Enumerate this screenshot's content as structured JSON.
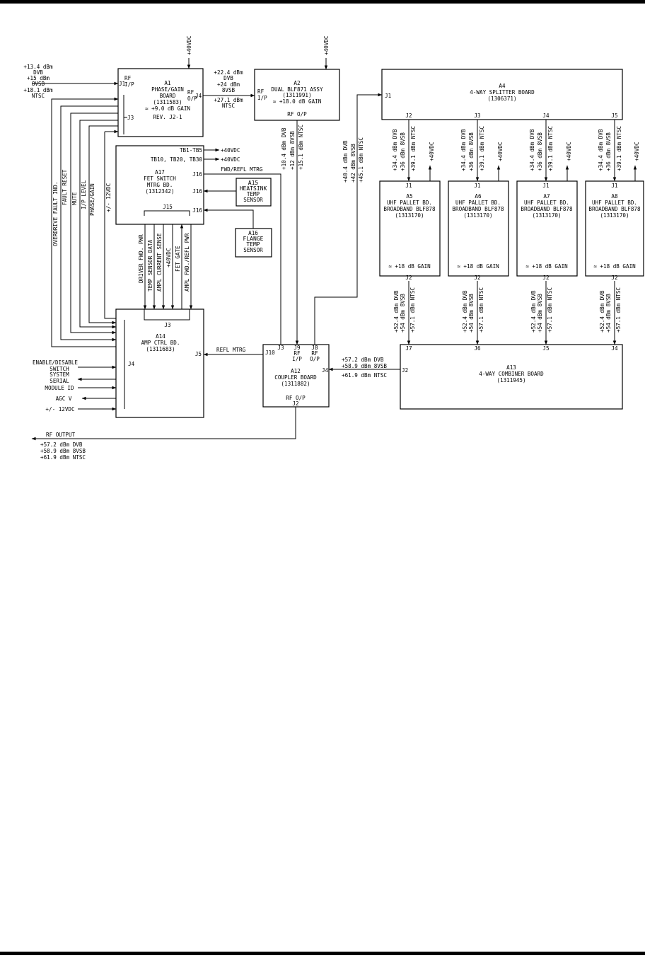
{
  "power": {
    "a1_top": "+40VDC",
    "a2_top": "+40VDC",
    "a17_tb1": "TB1-TB5",
    "a17_tb1_v": "+40VDC",
    "a17_tb10": "TB10, TB20, TB30",
    "a17_tb10_v": "+40VDC",
    "pallet_v": "+40VDC"
  },
  "inputs": {
    "a1_in": [
      "+13.4 dBm",
      "DVB",
      "+15 dBm",
      "8VSB",
      "+18.1 dBm",
      "NTSC"
    ],
    "a1_out": [
      "+22.4 dBm",
      "DVB",
      "+24 dBm",
      "8VSB",
      "+27.1 dBm",
      "NTSC"
    ],
    "a2_out_v": [
      "+10.4 dBm DVB",
      "+12 dBm 8VSB",
      "+15.1 dBm NTSC"
    ],
    "split_in_v": [
      "+40.4 dBm DVB",
      "+42 dBm 8VSB",
      "+45.1 dBm NTSC"
    ],
    "pallet_in_v": [
      "+34.4 dBm DVB",
      "+36 dBm 8VSB",
      "+39.1 dBm NTSC"
    ],
    "pallet_out_v": [
      "+52.4 dBm DVB",
      "+54 dBm 8VSB",
      "+57.1 dBm NTSC"
    ],
    "comb_out": [
      "+57.2 dBm DVB",
      "+58.9 dBm 8VSB",
      "+61.9 dBm NTSC"
    ]
  },
  "boards": {
    "a1": {
      "lines": [
        "A1",
        "PHASE/GAIN",
        "BOARD",
        "(1311583)",
        "≈ +9.0 dB GAIN",
        "REV. J2-1"
      ],
      "rf_in": [
        "RF",
        "I/P"
      ],
      "rf_out": [
        "RF",
        "O/P"
      ],
      "j1": "J1",
      "j4": "J4",
      "j3": "J3"
    },
    "a2": {
      "lines": [
        "A2",
        "DUAL BLF871 ASSY",
        "(1311991)",
        "≈ +18.0 dB GAIN"
      ],
      "rf_in": [
        "RF",
        "I/P"
      ],
      "rf_out": "RF O/P"
    },
    "a4": {
      "lines": [
        "A4",
        "4-WAY SPLITTER BOARD",
        "(1306371)"
      ],
      "j1": "J1",
      "ports": [
        "J2",
        "J3",
        "J4",
        "J5"
      ]
    },
    "pallets": [
      {
        "name": "A5",
        "line1": "UHF PALLET BD.",
        "line2": "BROADBAND BLF878",
        "part": "(1313170)",
        "gain": "≈ +18 dB GAIN",
        "j1": "J1",
        "j2": "J2"
      },
      {
        "name": "A6",
        "line1": "UHF PALLET BD.",
        "line2": "BROADBAND BLF878",
        "part": "(1313170)",
        "gain": "≈ +18 dB GAIN",
        "j1": "J1",
        "j2": "J2"
      },
      {
        "name": "A7",
        "line1": "UHF PALLET BD.",
        "line2": "BROADBAND BLF878",
        "part": "(1313170)",
        "gain": "≈ +18 dB GAIN",
        "j1": "J1",
        "j2": "J2"
      },
      {
        "name": "A8",
        "line1": "UHF PALLET BD.",
        "line2": "BROADBAND BLF878",
        "part": "(1313170)",
        "gain": "≈ +18 dB GAIN",
        "j1": "J1",
        "j2": "J2"
      }
    ],
    "a17": {
      "lines": [
        "A17",
        "FET SWITCH",
        "MTRG BD.",
        "(1312342)"
      ],
      "j16a": "J16",
      "j16b": "J16",
      "j16c": "J16",
      "j15": "J15",
      "fwd": "FWD/REFL MTRG"
    },
    "a15": {
      "lines": [
        "A15",
        "HEATSINK",
        "TEMP",
        "SENSOR"
      ]
    },
    "a16": {
      "lines": [
        "A16",
        "FLANGE",
        "TEMP",
        "SENSOR"
      ]
    },
    "a14": {
      "lines": [
        "A14",
        "AMP CTRL BD.",
        "(1311683)"
      ],
      "j3": "J3",
      "j4": "J4",
      "j5": "J5",
      "refl": "REFL MTRG"
    },
    "a12": {
      "lines": [
        "A12",
        "COUPLER BOARD",
        "(1311882)"
      ],
      "j10": "J10",
      "j3": "J3",
      "j9": [
        "J9",
        "RF",
        "I/P"
      ],
      "j8": [
        "J8",
        "RF",
        "O/P"
      ],
      "j4": "J4",
      "rfop": "RF O/P",
      "j2": "J2"
    },
    "a13": {
      "lines": [
        "A13",
        "4-WAY COMBINER BOARD",
        "(1311945)"
      ],
      "ports": [
        "J7",
        "J6",
        "J5",
        "J4"
      ],
      "j2": "J2"
    }
  },
  "signals": {
    "vertical": [
      "OVERDRIVE FAULT IND.",
      "FAULT RESET",
      "MUTE",
      "I/P LEVEL",
      "PHASE/GAIN",
      "+/- 12VDC"
    ],
    "fet": [
      "DRIVER FWD. PWR",
      "TEMP SENSOR DATA",
      "AMPL CURRENT SENSE",
      "+40VDC",
      "FET GATE",
      "AMPL FWD./REFL PWR"
    ],
    "left": [
      "ENABLE/DISABLE",
      "SWITCH",
      "SYSTEM",
      "SERIAL",
      "MODULE ID",
      "AGC V",
      "+/- 12VDC"
    ],
    "output": [
      "RF OUTPUT",
      "+57.2 dBm DVB",
      "+58.9 dBm 8VSB",
      "+61.9 dBm NTSC"
    ]
  }
}
